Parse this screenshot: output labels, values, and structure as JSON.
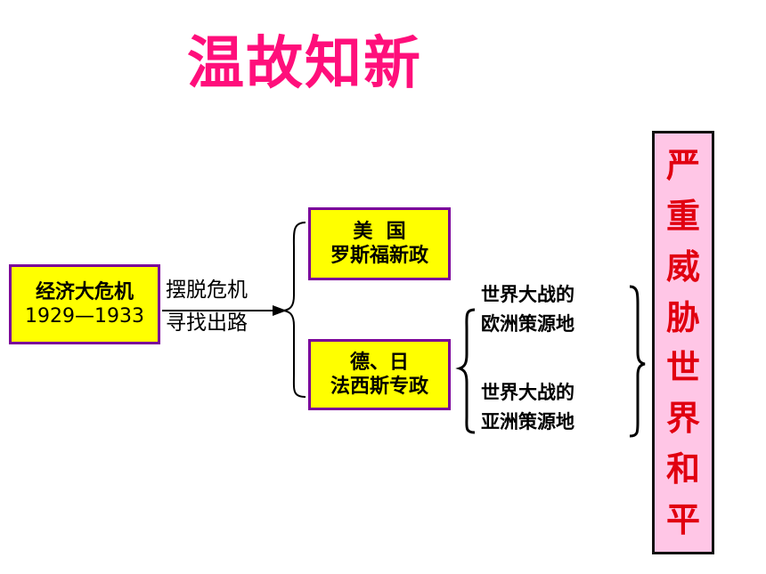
{
  "title": "温故知新",
  "crisis": {
    "line1": "经济大危机",
    "line2": "1929—1933"
  },
  "arrow": {
    "label_top": "摆脱危机",
    "label_bottom": "寻找出路"
  },
  "usa": {
    "line1": "美  国",
    "line2": "罗斯福新政"
  },
  "germany_japan": {
    "line1": "德、日",
    "line2": "法西斯专政"
  },
  "sources": {
    "europe": {
      "line1": "世界大战的",
      "line2": "欧洲策源地"
    },
    "asia": {
      "line1": "世界大战的",
      "line2": "亚洲策源地"
    }
  },
  "conclusion": {
    "chars": [
      "严",
      "重",
      "威",
      "胁",
      "世",
      "界",
      "和",
      "平"
    ]
  },
  "colors": {
    "title": "#ff0f7b",
    "box_fill": "#ffff00",
    "box_border": "#7a009a",
    "conclusion_fill": "#ffc6e6",
    "conclusion_text": "#e10010"
  }
}
